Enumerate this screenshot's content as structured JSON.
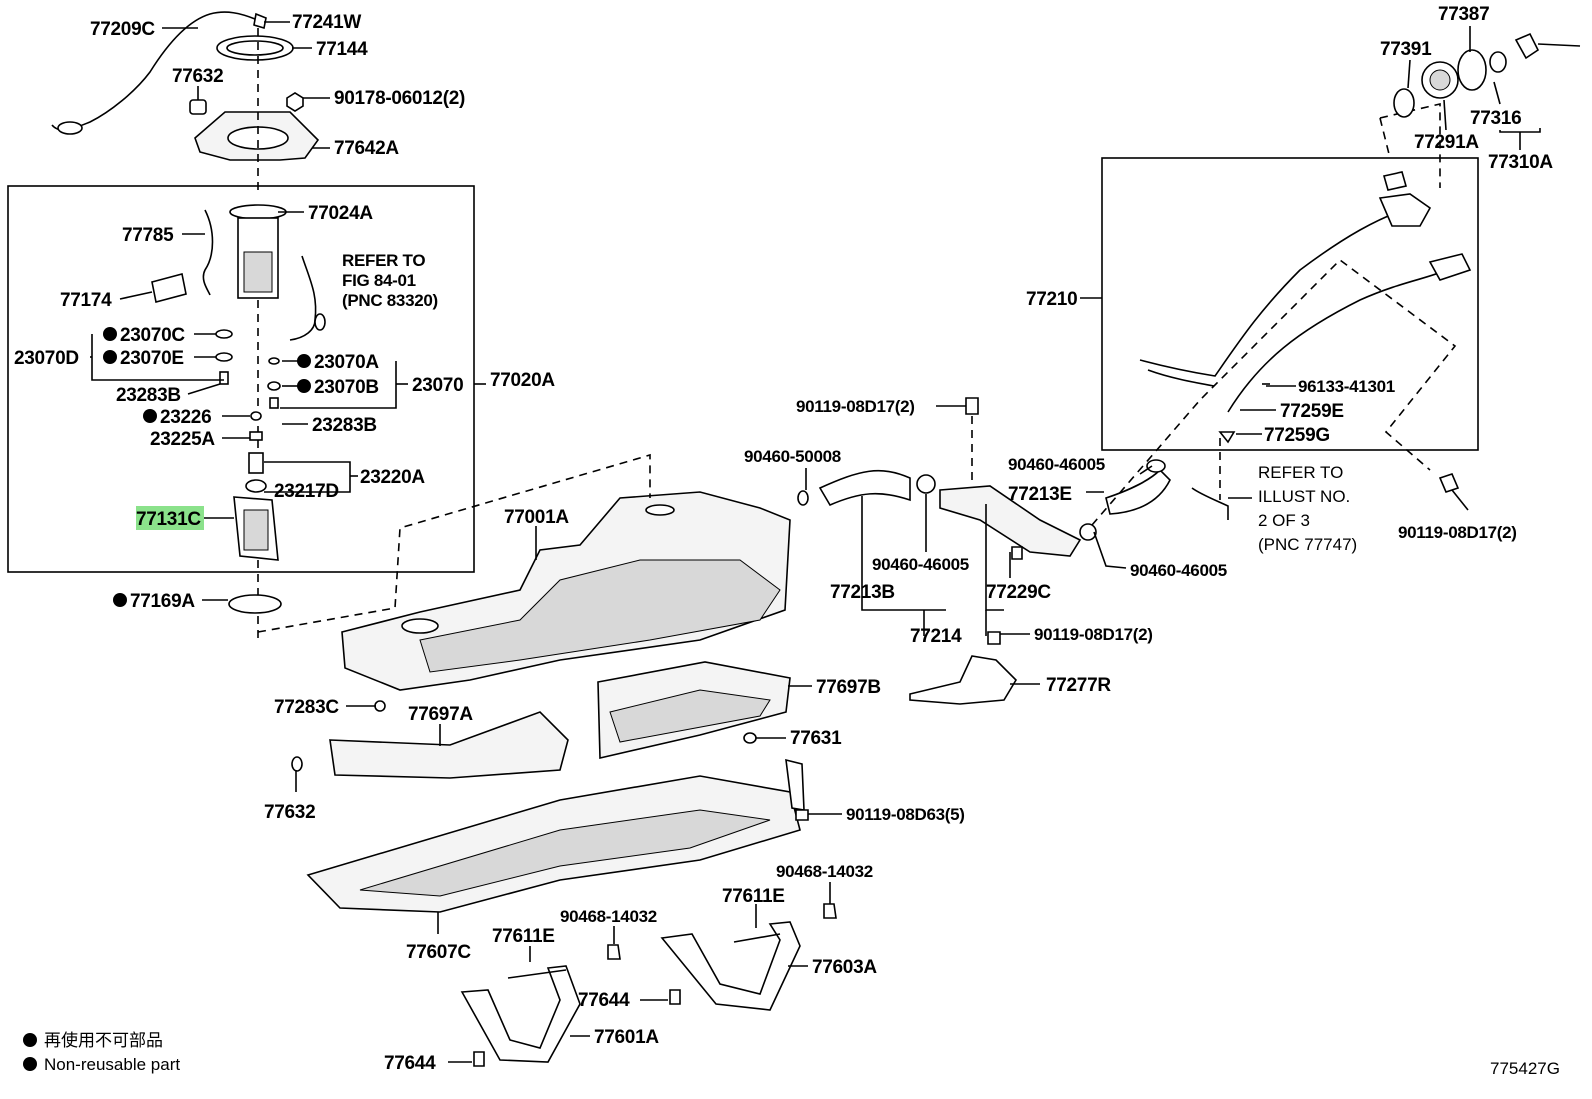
{
  "labels": {
    "p77209C": "77209C",
    "p77241W": "77241W",
    "p77144": "77144",
    "p77632_top": "77632",
    "p90178": "90178-06012(2)",
    "p77642A": "77642A",
    "p77024A": "77024A",
    "p77785": "77785",
    "p77174": "77174",
    "p23070C": "23070C",
    "p23070E": "23070E",
    "p23070D": "23070D",
    "p23283B_left": "23283B",
    "p23226": "23226",
    "p23225A": "23225A",
    "p23070A": "23070A",
    "p23070B": "23070B",
    "p23070": "23070",
    "p77020A": "77020A",
    "p23283B_right": "23283B",
    "p23220A": "23220A",
    "p23217D": "23217D",
    "p77131C": "77131C",
    "p77169A": "77169A",
    "p77001A": "77001A",
    "p77283C": "77283C",
    "p77697A": "77697A",
    "p77632_bot": "77632",
    "p77697B": "77697B",
    "p77631": "77631",
    "p90119_D63": "90119-08D63(5)",
    "p77607C": "77607C",
    "p77611E_left": "77611E",
    "p90468_left": "90468-14032",
    "p77644_mid": "77644",
    "p77601A": "77601A",
    "p77644_bot": "77644",
    "p90468_right": "90468-14032",
    "p77611E_right": "77611E",
    "p77603A": "77603A",
    "p90119_a": "90119-08D17(2)",
    "p90460_50008": "90460-50008",
    "p90460_a": "90460-46005",
    "p77213B": "77213B",
    "p77214": "77214",
    "p77229C": "77229C",
    "p90119_b": "90119-08D17(2)",
    "p77277R": "77277R",
    "p90460_b": "90460-46005",
    "p77213E": "77213E",
    "p90460_c": "90460-46005",
    "p77210": "77210",
    "p96133": "96133-41301",
    "p77259E": "77259E",
    "p77259G": "77259G",
    "p90119_c": "90119-08D17(2)",
    "p77387": "77387",
    "p77391": "77391",
    "p77316": "77316",
    "p77291A": "77291A",
    "p77310A": "77310A"
  },
  "refer_fig": [
    "REFER TO",
    "FIG 84-01",
    "(PNC 83320)"
  ],
  "refer_illust": [
    "REFER TO",
    "ILLUST NO.",
    "2 OF 3",
    "(PNC 77747)"
  ],
  "legend": {
    "jp": "再使用不可部品",
    "en": "Non-reusable part"
  },
  "figure_code": "775427G",
  "colors": {
    "highlight": "#8be28b",
    "line": "#000000",
    "background": "#ffffff"
  },
  "icons": {
    "non_reusable_marker": "filled-circle-icon"
  }
}
